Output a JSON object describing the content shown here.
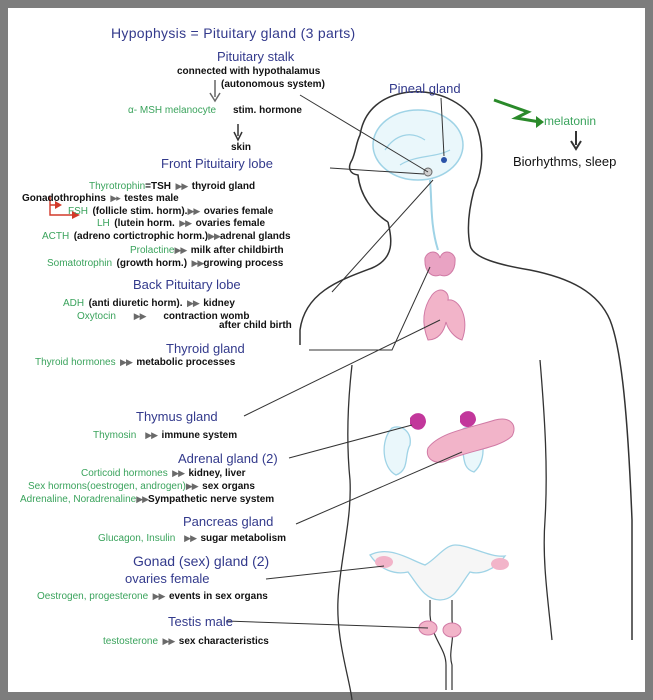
{
  "title": "Hypophysis = Pituitary gland (3 parts)",
  "stalk": {
    "heading": "Pituitary stalk",
    "line1": "connected with hypothalamus",
    "line2": "(autonomous system)",
    "msh_green": "α- MSH melanocyte",
    "msh_black": "stim. hormone",
    "skin": "skin"
  },
  "pineal": {
    "heading": "Pineal gland",
    "hormone": "melatonin",
    "effect": "Biorhythms, sleep"
  },
  "front": {
    "heading": "Front Pituitairy lobe",
    "rows": [
      {
        "g": "Thyrotrophin",
        "b": "=TSH",
        "t": "thyroid gland"
      },
      {
        "g": "",
        "b": "Gonadothrophins",
        "t": "testes male"
      },
      {
        "g": "FSH",
        "b": "(follicle stim. horm).",
        "t": "ovaries female"
      },
      {
        "g": "LH",
        "b": "(lutein horm.",
        "t": "ovaries female"
      },
      {
        "g": "ACTH",
        "b": "(adreno cortictrophic horm.)",
        "t": "adrenal glands"
      },
      {
        "g": "Prolactine",
        "b": "",
        "t": "milk after childbirth"
      },
      {
        "g": "Somatotrophin",
        "b": "(growth horm.)",
        "t": "growing process"
      }
    ]
  },
  "back": {
    "heading": "Back Pituitary lobe",
    "adh_g": "ADH",
    "adh_b": "(anti diuretic horm).",
    "adh_t": "kidney",
    "oxy_g": "Oxytocin",
    "oxy_t1": "contraction womb",
    "oxy_t2": "after child birth"
  },
  "thyroid": {
    "heading": "Thyroid gland",
    "g": "Thyroid hormones",
    "t": "metabolic processes"
  },
  "thymus": {
    "heading": "Thymus gland",
    "g": "Thymosin",
    "t": "immune system"
  },
  "adrenal": {
    "heading": "Adrenal gland (2)",
    "r1_g": "Corticoid hormones",
    "r1_t": "kidney, liver",
    "r2_g": "Sex hormons(oestrogen, androgen)",
    "r2_t": "sex organs",
    "r3_g": "Adrenaline, Noradrenaline",
    "r3_t": "Sympathetic nerve system"
  },
  "pancreas": {
    "heading": "Pancreas gland",
    "g": "Glucagon, Insulin",
    "t": "sugar metabolism"
  },
  "gonad": {
    "heading": "Gonad (sex) gland (2)",
    "sub": "ovaries female",
    "g": "Oestrogen, progesterone",
    "t": "events in sex organs"
  },
  "testis": {
    "heading": "Testis male",
    "g": "testosterone",
    "t": "sex characteristics"
  },
  "colors": {
    "heading": "#333a8c",
    "hormone_green": "#3aa35c",
    "gland_pink": "#e9a3c3",
    "organ_outline": "#9fd3e6",
    "frame": "#7d7d7d"
  }
}
